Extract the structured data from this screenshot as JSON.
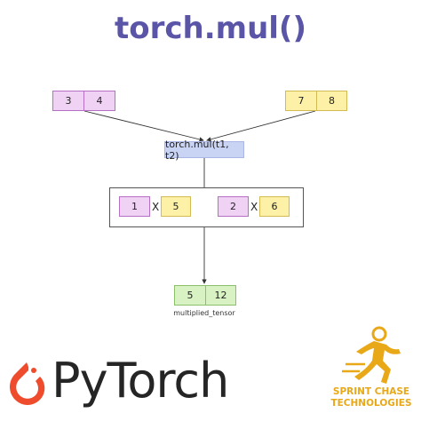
{
  "title": "torch.mul()",
  "tensors": {
    "t1": [
      "3",
      "4"
    ],
    "t2": [
      "7",
      "8"
    ]
  },
  "operation_label": "torch.mul(t1, t2)",
  "pairs": [
    {
      "a": "1",
      "op": "X",
      "b": "5"
    },
    {
      "a": "2",
      "op": "X",
      "b": "6"
    }
  ],
  "result": {
    "values": [
      "5",
      "12"
    ],
    "label": "multiplied_tensor"
  },
  "brand": {
    "pytorch_text": "PyTorch",
    "company_line1": "SPRINT CHASE",
    "company_line2": "TECHNOLOGIES"
  },
  "colors": {
    "title": "#5b55a8",
    "pink_cell": "#f0d2f5",
    "yellow_cell": "#fdf1a8",
    "green_cell": "#d9f2c4",
    "op_box": "#c9d3f4",
    "pytorch_orange": "#ee4c2c",
    "sprint_gold": "#e8a817"
  }
}
